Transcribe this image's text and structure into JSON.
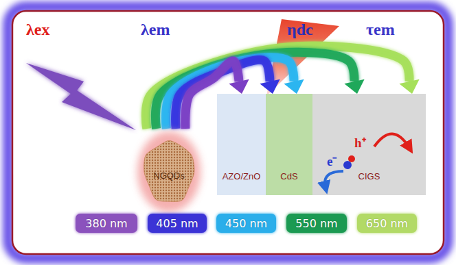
{
  "diagram": {
    "nodes": [
      {
        "text": [
          "NGQDs"
        ]
      },
      {
        "text": [
          "AZO/ZnO"
        ]
      },
      {
        "text": [
          "CdS"
        ]
      },
      {
        "text": [
          "CIGS"
        ]
      },
      {
        "text": [
          "380 nm"
        ]
      },
      {
        "text": [
          "405 nm"
        ]
      },
      {
        "text": [
          "450 nm"
        ]
      },
      {
        "text": [
          "550 nm"
        ]
      },
      {
        "text": [
          "650 nm"
        ]
      }
    ],
    "edges": [
      {
        "from": 0,
        "to": 1,
        "arrow": "to"
      },
      {
        "from": 0,
        "to": 2,
        "arrow": "to"
      },
      {
        "from": 0,
        "to": 2,
        "arrow": "to"
      },
      {
        "from": 0,
        "to": 3,
        "arrow": "to"
      },
      {
        "from": 0,
        "to": 3,
        "arrow": "to"
      }
    ],
    "labels": [
      "λex",
      "λem",
      "ηdc",
      "τem",
      "e⁻",
      "h⁺"
    ]
  }
}
